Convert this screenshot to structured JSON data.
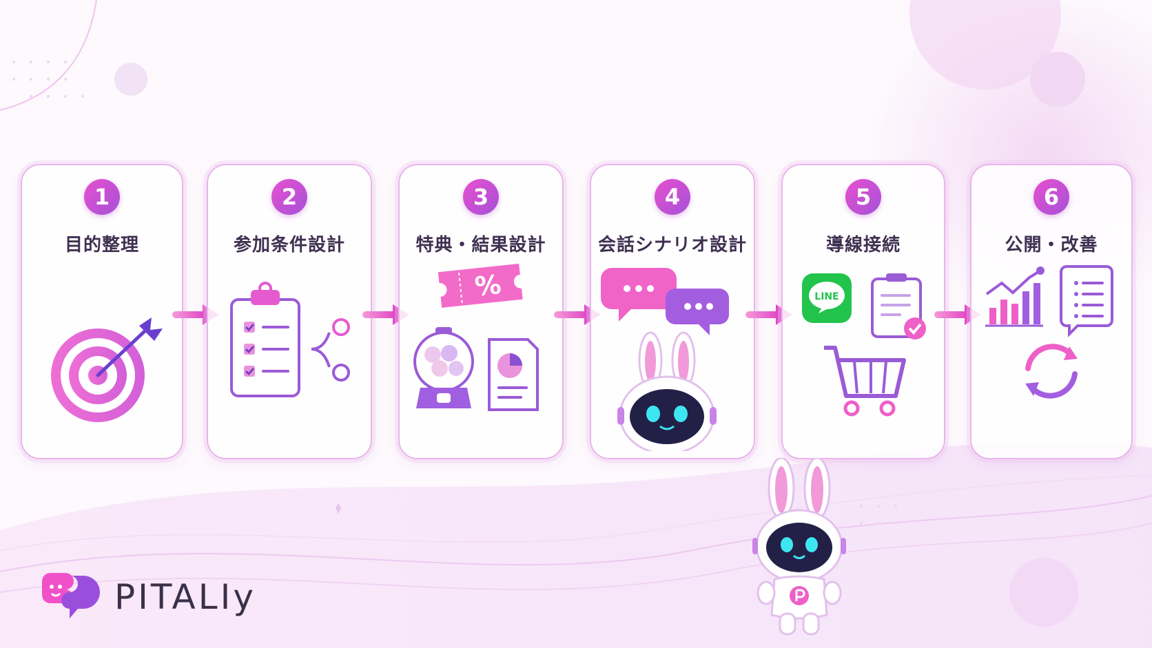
{
  "steps": [
    {
      "number": "1",
      "title": "目的整理",
      "icon": "target-arrow-icon"
    },
    {
      "number": "2",
      "title": "参加条件設計",
      "icon": "checklist-branch-icon"
    },
    {
      "number": "3",
      "title": "特典・結果設計",
      "icon": "coupon-gacha-icon"
    },
    {
      "number": "4",
      "title": "会話シナリオ設計",
      "icon": "chat-robot-icon"
    },
    {
      "number": "5",
      "title": "導線接続",
      "icon": "line-cart-icon"
    },
    {
      "number": "6",
      "title": "公開・改善",
      "icon": "chart-cycle-icon"
    }
  ],
  "illustrations": {
    "coupon_text": "%",
    "line_text": "LINE"
  },
  "brand": {
    "name": "PITALIy",
    "primary": "#e04fd0",
    "secondary": "#a552d8"
  }
}
